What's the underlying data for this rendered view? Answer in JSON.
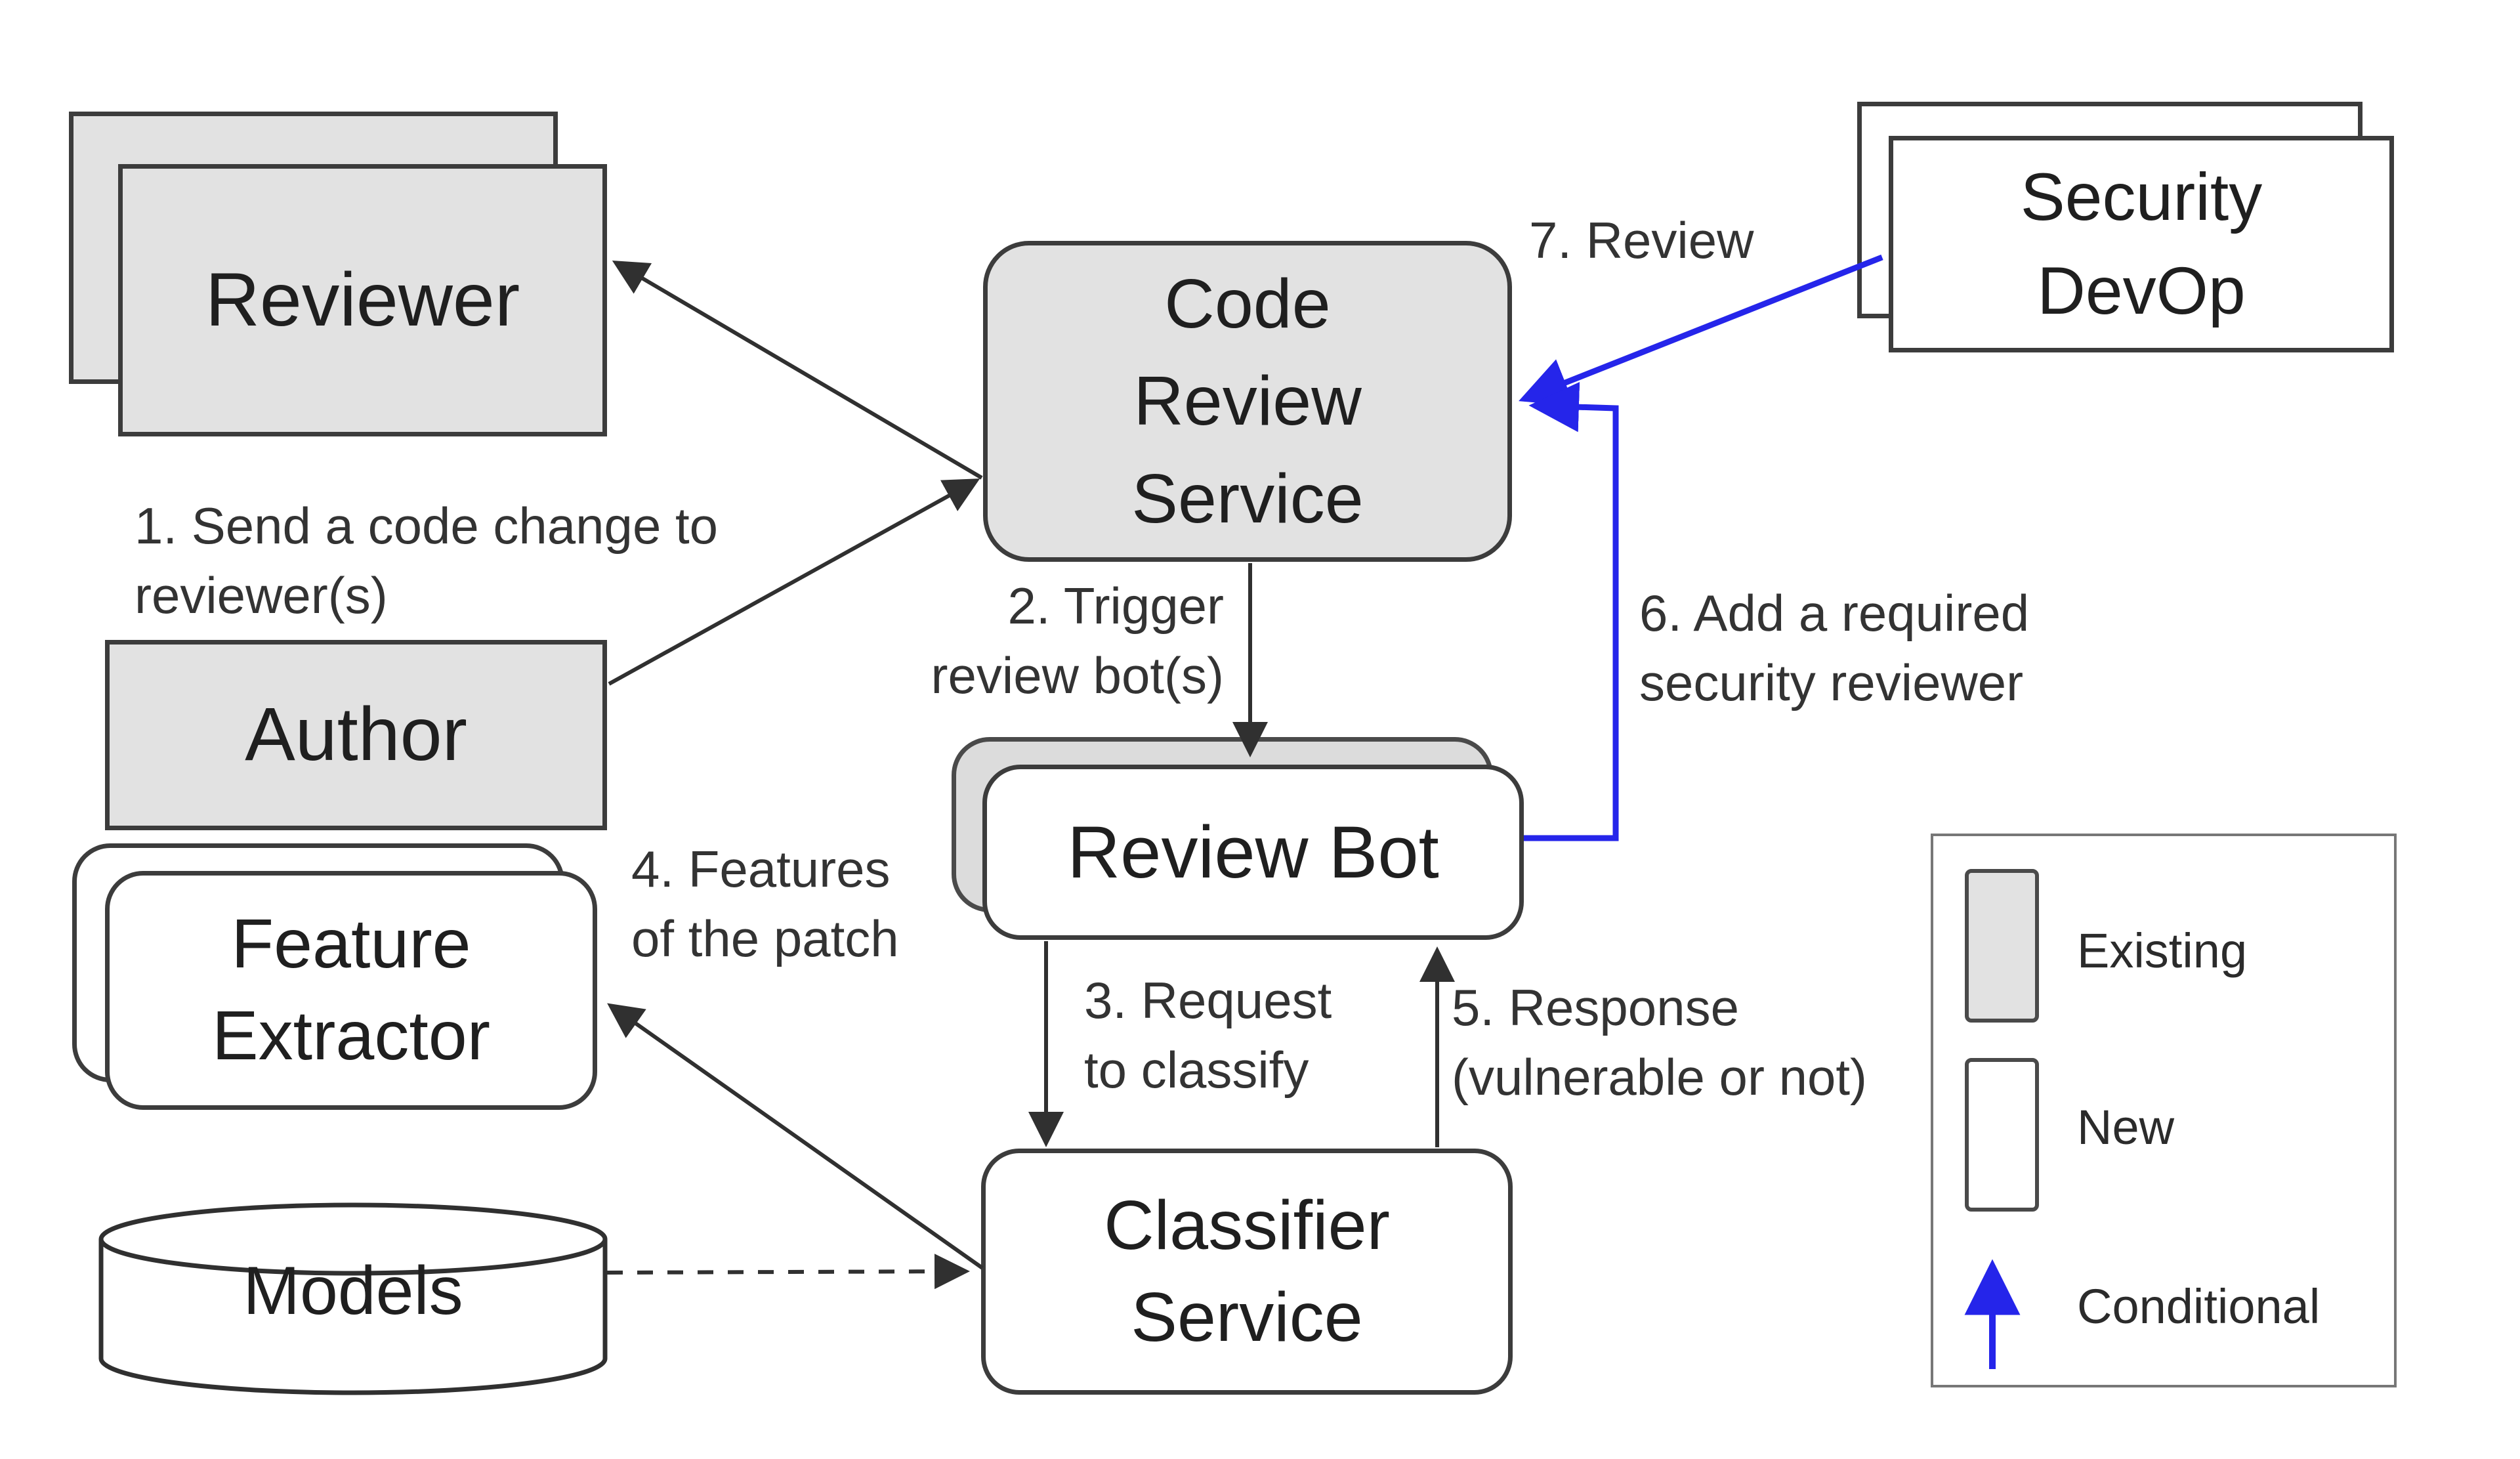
{
  "nodes": {
    "reviewer": {
      "label": "Reviewer",
      "type": "existing",
      "stacked": true
    },
    "author": {
      "label": "Author",
      "type": "existing",
      "stacked": false
    },
    "code_review_service": {
      "label": "Code\nReview\nService",
      "type": "existing",
      "stacked": false
    },
    "security_devop": {
      "label": "Security\nDevOp",
      "type": "new",
      "stacked": true
    },
    "review_bot": {
      "label": "Review Bot",
      "type": "new",
      "stacked": true
    },
    "feature_extractor": {
      "label": "Feature\nExtractor",
      "type": "new",
      "stacked": true
    },
    "models": {
      "label": "Models",
      "type": "new",
      "shape": "cylinder"
    },
    "classifier_service": {
      "label": "Classifier\nService",
      "type": "new",
      "stacked": false
    }
  },
  "edges": {
    "e1": {
      "label": "1. Send a code change to\nreviewer(s)",
      "from": "author",
      "to": "reviewer",
      "style": "solid"
    },
    "e2": {
      "label": "2. Trigger\nreview bot(s)",
      "from": "code_review_service",
      "to": "review_bot",
      "style": "solid"
    },
    "e3": {
      "label": "3. Request\nto classify",
      "from": "review_bot",
      "to": "classifier_service",
      "style": "solid"
    },
    "e4": {
      "label": "4. Features\nof the patch",
      "from": "classifier_service",
      "to": "feature_extractor",
      "style": "solid"
    },
    "e5": {
      "label": "5. Response\n(vulnerable or not)",
      "from": "classifier_service",
      "to": "review_bot",
      "style": "solid"
    },
    "e6": {
      "label": "6. Add a required\nsecurity reviewer",
      "from": "review_bot",
      "to": "code_review_service",
      "style": "conditional"
    },
    "e7": {
      "label": "7. Review",
      "from": "security_devop",
      "to": "code_review_service",
      "style": "conditional"
    },
    "models_link": {
      "label": "",
      "from": "models",
      "to": "classifier_service",
      "style": "dashed"
    }
  },
  "legend": {
    "items": [
      {
        "label": "Existing",
        "swatch": "gray-box"
      },
      {
        "label": "New",
        "swatch": "white-box"
      },
      {
        "label": "Conditional",
        "swatch": "blue-up-arrow"
      }
    ]
  },
  "colors": {
    "existing_fill": "#e2e2e2",
    "new_fill": "#ffffff",
    "conditional_blue": "#2525ea",
    "line": "#303030"
  }
}
